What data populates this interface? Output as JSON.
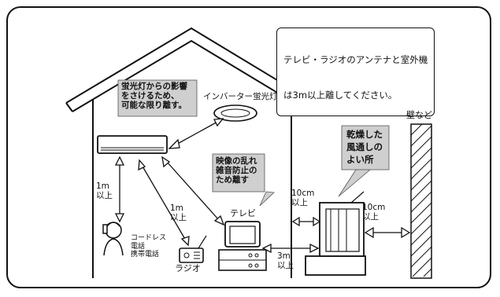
{
  "notice": {
    "line1": "テレビ・ラジオのアンテナと室外機",
    "line2": "は3m以上離してください。"
  },
  "callouts": {
    "fluorescent": "蛍光灯からの影響\nをさけるため、\n可能な限り離す。",
    "interference": "映像の乱れ\n雑音防止の\nため離す",
    "dry": "乾燥した\n風通しの\nよい所"
  },
  "labels": {
    "inverter_lamp": "インバーター蛍光灯",
    "wall": "壁など",
    "tv": "テレビ",
    "radio": "ラジオ",
    "phone": "コードレス\n電話\n携帯電話",
    "dist_1m_left": "1m\n以上",
    "dist_1m_mid": "1m\n以上",
    "dist_3m": "3m\n以上",
    "dist_10cm_left": "10cm\n以上",
    "dist_10cm_right": "10cm\n以上"
  }
}
